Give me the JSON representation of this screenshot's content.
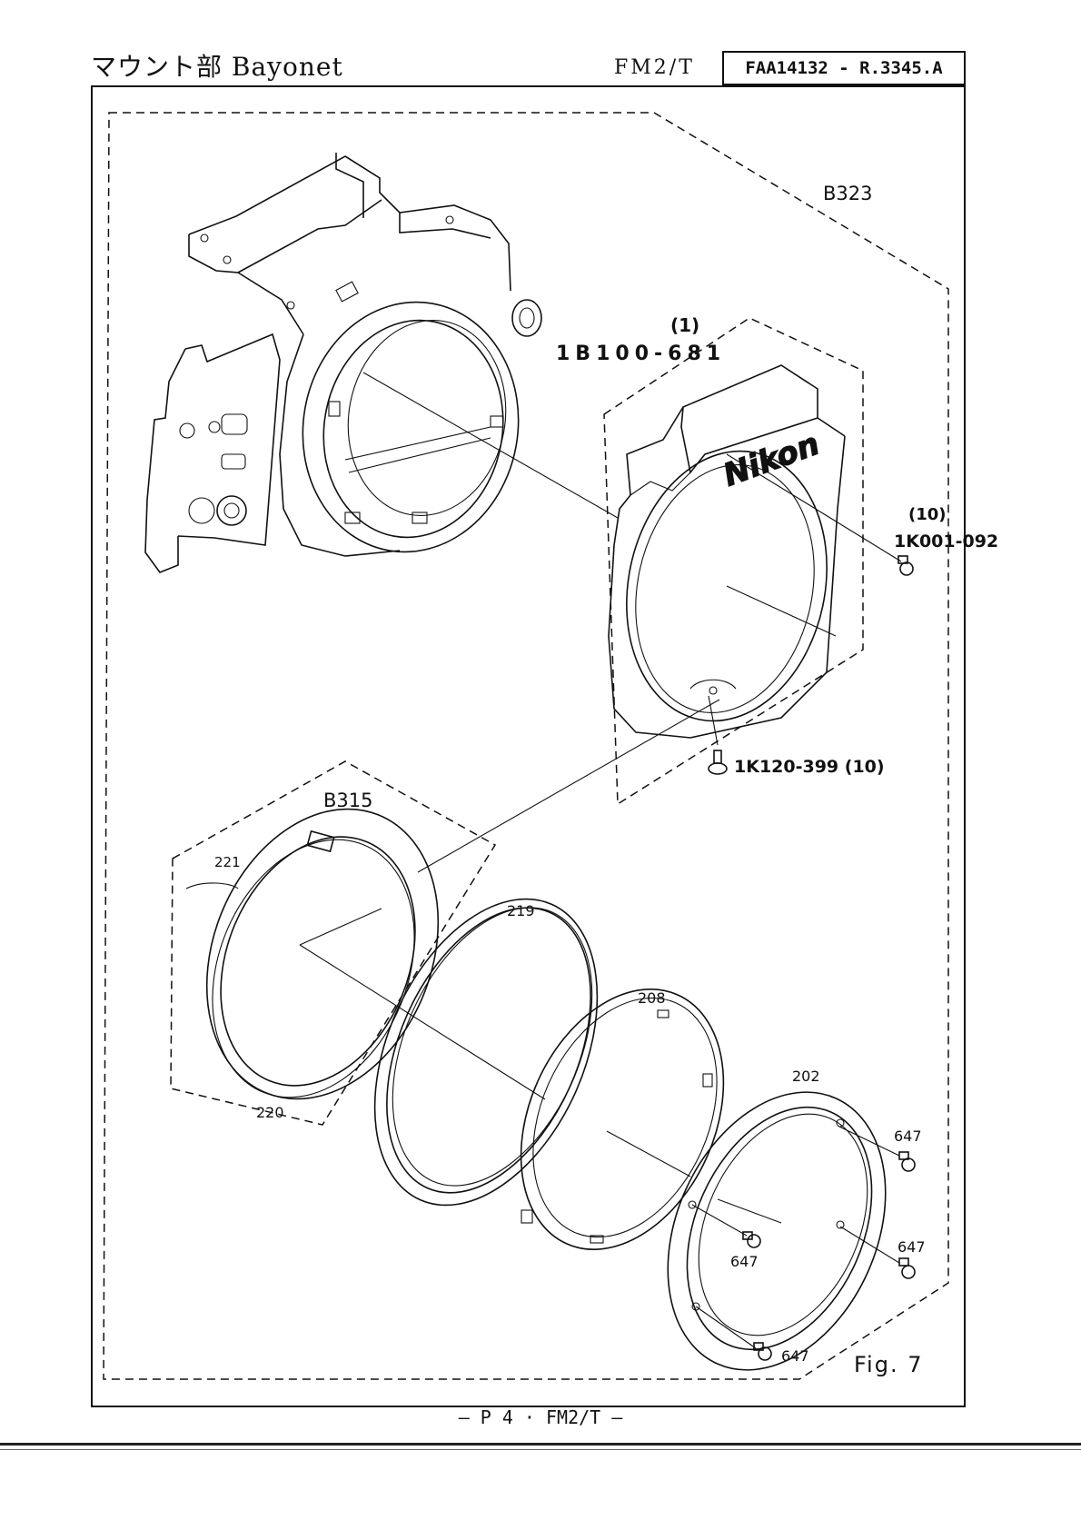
{
  "header": {
    "title": "マウント部 Bayonet",
    "model": "FM2/T",
    "code": "FAA14132 - R.3345.A"
  },
  "labels": {
    "assembly_b323": "B323",
    "part1_qty": "(1)",
    "part1_code": "1B100-681",
    "screw_top_qty": "(10)",
    "screw_top_code": "1K001-092",
    "screw_bottom": "1K120-399 (10)",
    "assembly_b315": "B315",
    "p221": "221",
    "p219": "219",
    "p220": "220",
    "p208": "208",
    "p202": "202",
    "p647": "647",
    "brand": "Nikon",
    "fig": "Fig. 7"
  },
  "footer": "— P 4 · FM2/T —"
}
